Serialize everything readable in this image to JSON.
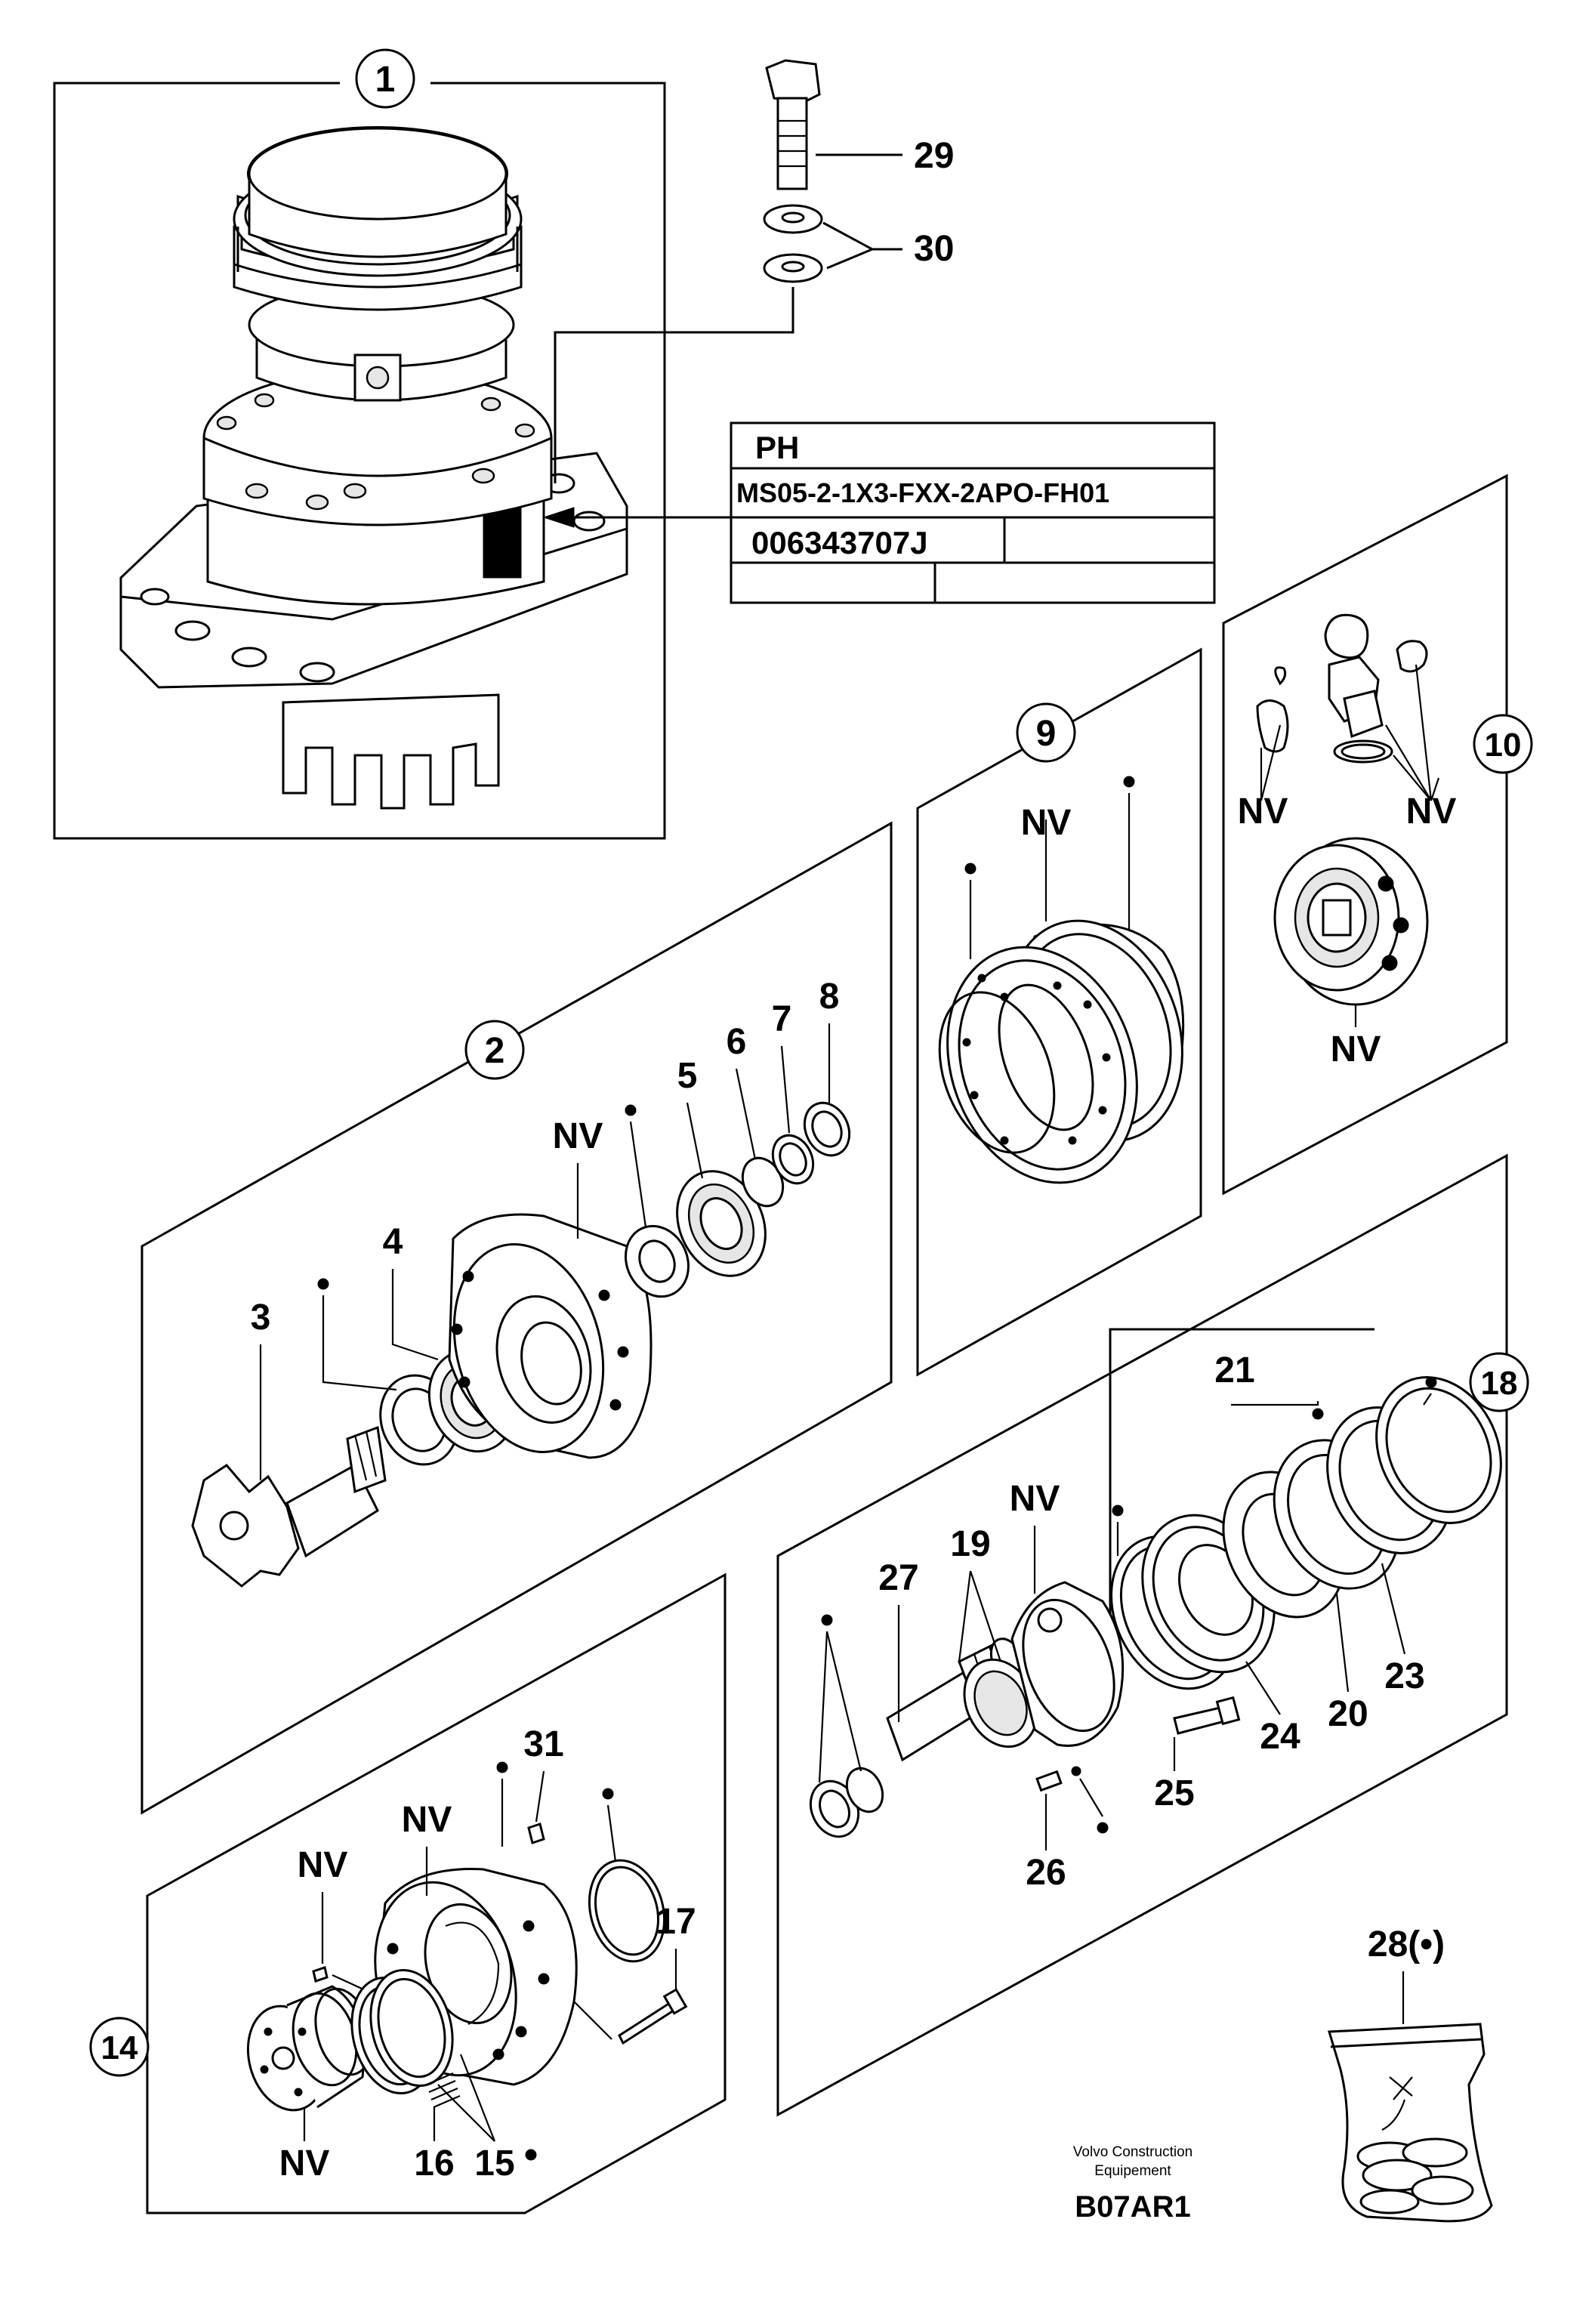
{
  "diagram": {
    "plate": {
      "row1": "PH",
      "row2": "MS05-2-1X3-FXX-2APO-FH01",
      "row3": "006343707J"
    },
    "groups": {
      "g1": "1",
      "g2": "2",
      "g9": "9",
      "g10": "10",
      "g14": "14",
      "g18": "18"
    },
    "labels": {
      "p3": "3",
      "p4": "4",
      "p5": "5",
      "p6": "6",
      "p7": "7",
      "p8": "8",
      "p16": "16",
      "p15": "15",
      "p17": "17",
      "p19": "19",
      "p20": "20",
      "p21": "21",
      "p23": "23",
      "p24": "24",
      "p25": "25",
      "p26": "26",
      "p27": "27",
      "p28": "28(•)",
      "p29": "29",
      "p30": "30",
      "p31": "31",
      "nv": "NV"
    },
    "footer": {
      "company_line1": "Volvo Construction",
      "company_line2": "Equipement",
      "code": "B07AR1"
    }
  }
}
